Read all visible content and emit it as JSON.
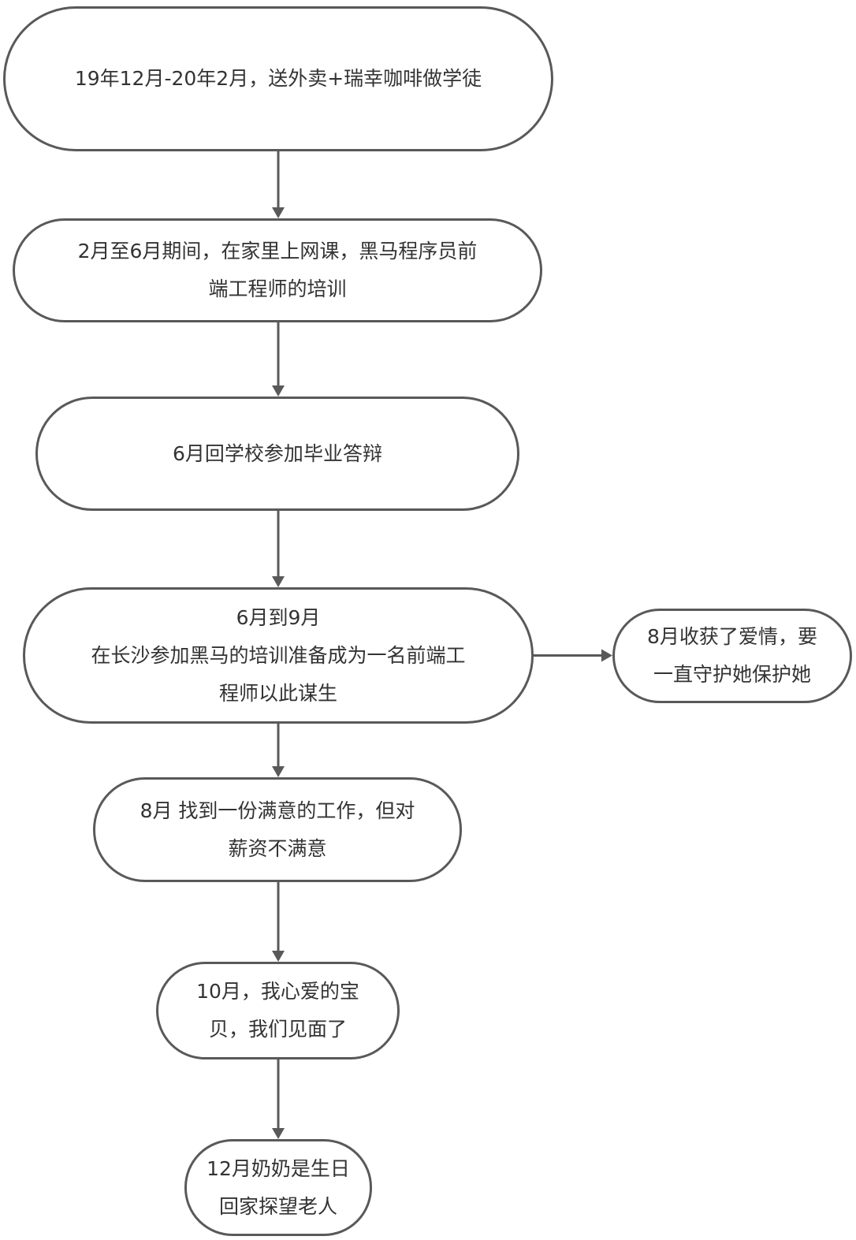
{
  "diagram": {
    "colors": {
      "stroke": "#595959",
      "text": "#333333",
      "fill": "#ffffff"
    },
    "nodes": [
      {
        "id": "n1",
        "text": "19年12月-20年2月，送外卖+瑞幸咖啡做学徒"
      },
      {
        "id": "n2",
        "text": "2月至6月期间，在家里上网课，黑马程序员前\n端工程师的培训"
      },
      {
        "id": "n3",
        "text": "6月回学校参加毕业答辩"
      },
      {
        "id": "n4",
        "text": "6月到9月\n在长沙参加黑马的培训准备成为一名前端工\n程师以此谋生"
      },
      {
        "id": "n5",
        "text": "8月收获了爱情，要\n一直守护她保护她"
      },
      {
        "id": "n6",
        "text": "8月 找到一份满意的工作，但对\n薪资不满意"
      },
      {
        "id": "n7",
        "text": "10月，我心爱的宝\n贝，我们见面了"
      },
      {
        "id": "n8",
        "text": "12月奶奶是生日\n回家探望老人"
      }
    ],
    "edges": [
      {
        "from": "n1",
        "to": "n2"
      },
      {
        "from": "n2",
        "to": "n3"
      },
      {
        "from": "n3",
        "to": "n4"
      },
      {
        "from": "n4",
        "to": "n5"
      },
      {
        "from": "n4",
        "to": "n6"
      },
      {
        "from": "n6",
        "to": "n7"
      },
      {
        "from": "n7",
        "to": "n8"
      }
    ]
  }
}
